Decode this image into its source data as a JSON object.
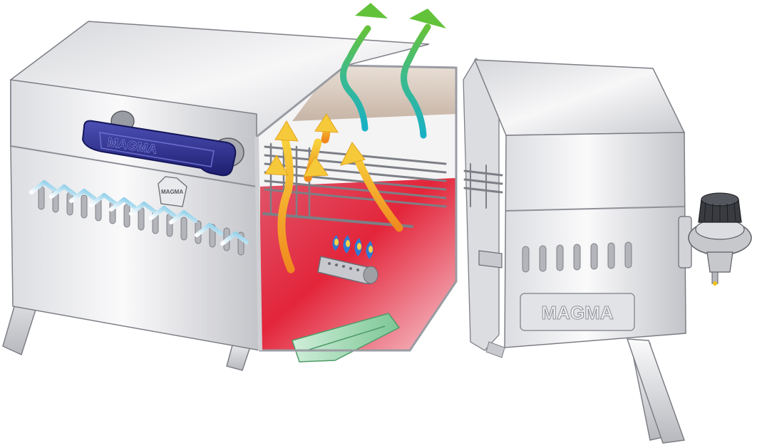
{
  "diagram": {
    "brand_label_handle": "MAGMA",
    "brand_label_tag": "MAGMA",
    "brand_label_panel": "MAGMA"
  },
  "colors": {
    "steel_light": "#f1f1f3",
    "steel_mid": "#c9cacf",
    "steel_dark": "#8e9097",
    "handle_blue": "#2b2d8c",
    "heat_red": "#e3253a",
    "cool_green": "#8fd4a6",
    "hot_air_orange": "#f08a1f",
    "rising_air_yellow": "#f5c83a",
    "exhaust_teal": "#1cb3c3",
    "exhaust_green": "#5fbe3a",
    "intake_blue": "#8ed0ea",
    "flame_blue": "#2d7ad6"
  },
  "icons": [
    "grill-body",
    "handle",
    "cooking-grate",
    "burner-tube",
    "burner-flame",
    "gas-regulator",
    "intake-airflow-arrow",
    "hot-airflow-arrow",
    "exhaust-arrow"
  ]
}
